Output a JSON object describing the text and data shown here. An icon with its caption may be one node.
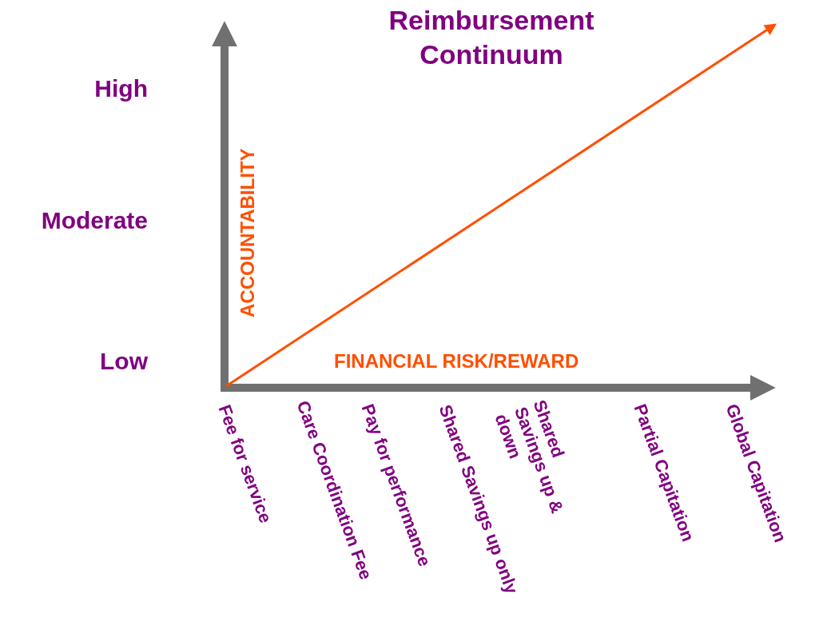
{
  "diagram": {
    "title": "Reimbursement Continuum",
    "labels": [
      "High",
      "Moderate",
      "Low",
      "ACCOUNTABILITY",
      "FINANCIAL RISK/REWARD",
      "Fee for service",
      "Care Coordination Fee",
      "Pay for performance",
      "Shared Savings up only",
      "Shared Savings up & down",
      "Partial Capitation",
      "Global Capitation"
    ]
  }
}
